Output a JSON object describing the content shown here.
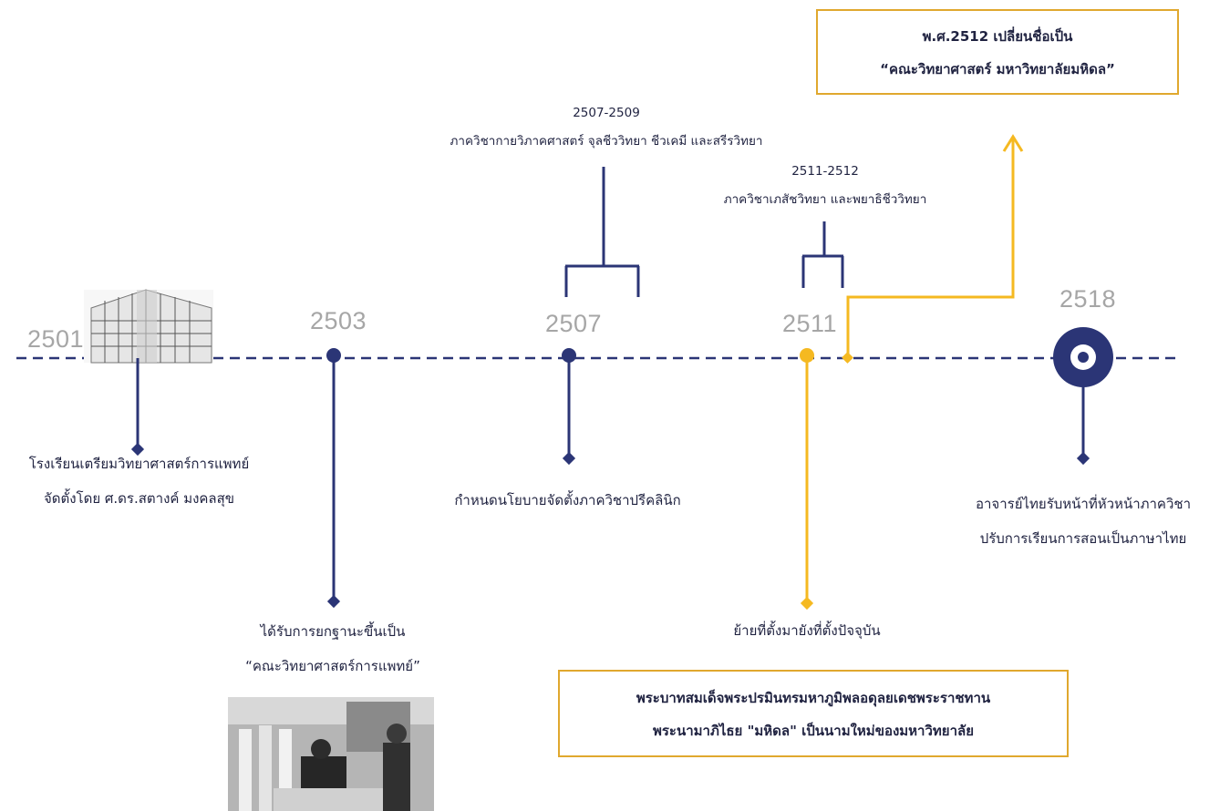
{
  "timeline": {
    "events": [
      {
        "year": "2501",
        "lines": [
          "โรงเรียนเตรียมวิทยาศาสตร์การแพทย์",
          "จัดตั้งโดย ศ.ดร.สตางค์  มงคลสุข"
        ]
      },
      {
        "year": "2503",
        "lines": [
          "ได้รับการยกฐานะขึ้นเป็น",
          "“คณะวิทยาศาสตร์การแพทย์”"
        ]
      },
      {
        "year": "2507",
        "lines": [
          "กำหนดนโยบายจัดตั้งภาควิชาปรีคลินิก"
        ],
        "branch_title": "2507-2509",
        "branch_text": "ภาควิชากายวิภาคศาสตร์ จุลชีววิทยา ชีวเคมี และสรีรวิทยา"
      },
      {
        "year": "2511",
        "lines": [
          "ย้ายที่ตั้งมายังที่ตั้งปัจจุบัน"
        ],
        "branch_title": "2511-2512",
        "branch_text": "ภาควิชาเภสัชวิทยา และพยาธิชีววิทยา"
      },
      {
        "year": "2518",
        "lines": [
          "อาจารย์ไทยรับหน้าที่หัวหน้าภาควิชา",
          "ปรับการเรียนการสอนเป็นภาษาไทย"
        ]
      }
    ],
    "top_box": [
      "พ.ศ.2512 เปลี่ยนชื่อเป็น",
      "“คณะวิทยาศาสตร์ มหาวิทยาลัยมหิดล”"
    ],
    "bottom_box": [
      "พระบาทสมเด็จพระปรมินทรมหาภูมิพลอดุลยเดชพระราชทาน",
      "พระนามาภิไธย \"มหิดล\" เป็นนามใหม่ของมหาวิทยาลัย"
    ]
  },
  "colors": {
    "navy": "#2b3576",
    "gold": "#f5b921",
    "gold_border": "#e0a82e",
    "year_gray": "#a6a6a6"
  },
  "images": [
    "building-sketch-image",
    "ceremony-photo-image"
  ]
}
